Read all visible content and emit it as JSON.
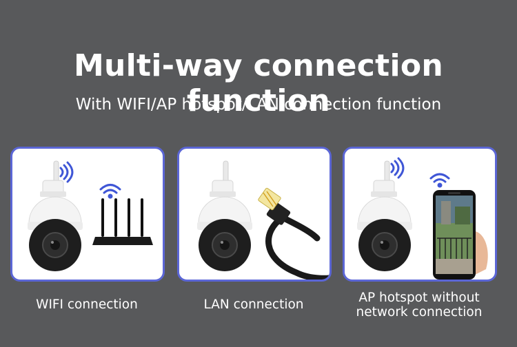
{
  "header": {
    "title": "Multi-way connection function",
    "subtitle": "With WIFI/AP hotspot/LAN connection function"
  },
  "cards": [
    {
      "caption": "WIFI connection",
      "icons": [
        "dome-camera-icon",
        "wifi-icon",
        "router-icon"
      ]
    },
    {
      "caption": "LAN connection",
      "icons": [
        "dome-camera-icon",
        "ethernet-cable-icon"
      ]
    },
    {
      "caption": "AP hotspot without network connection",
      "icons": [
        "dome-camera-icon",
        "wifi-icon",
        "smartphone-icon"
      ]
    }
  ],
  "colors": {
    "background": "#58595b",
    "card_border": "#5b66d6",
    "wifi_icon": "#3f56d6",
    "text": "#ffffff"
  }
}
